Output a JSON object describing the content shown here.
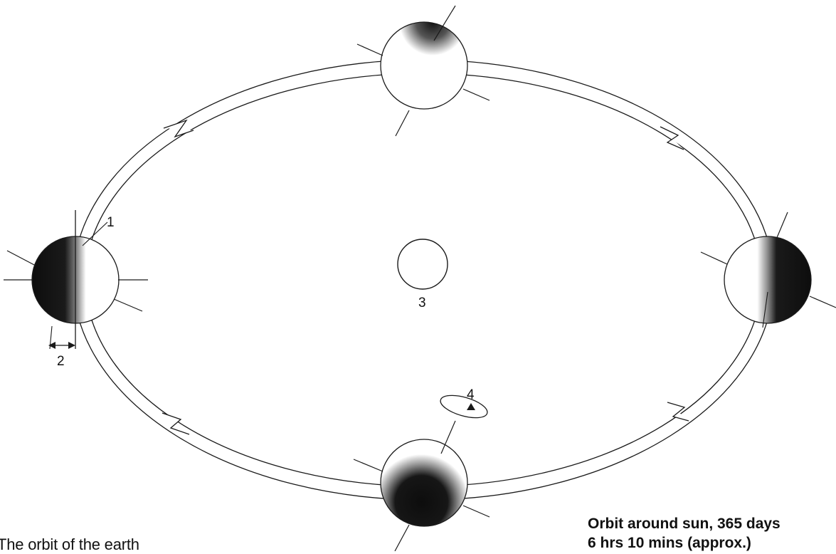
{
  "caption": "The orbit of the earth",
  "orbit_note": {
    "line1": "Orbit around sun, 365 days",
    "line2": "6 hrs 10 mins (approx.)"
  },
  "markers": {
    "m1": "1",
    "m2": "2",
    "m3": "3",
    "m4": "4"
  },
  "colors": {
    "ink": "#1a1a1a",
    "shadow": "#101010",
    "band": "#ffffff"
  }
}
